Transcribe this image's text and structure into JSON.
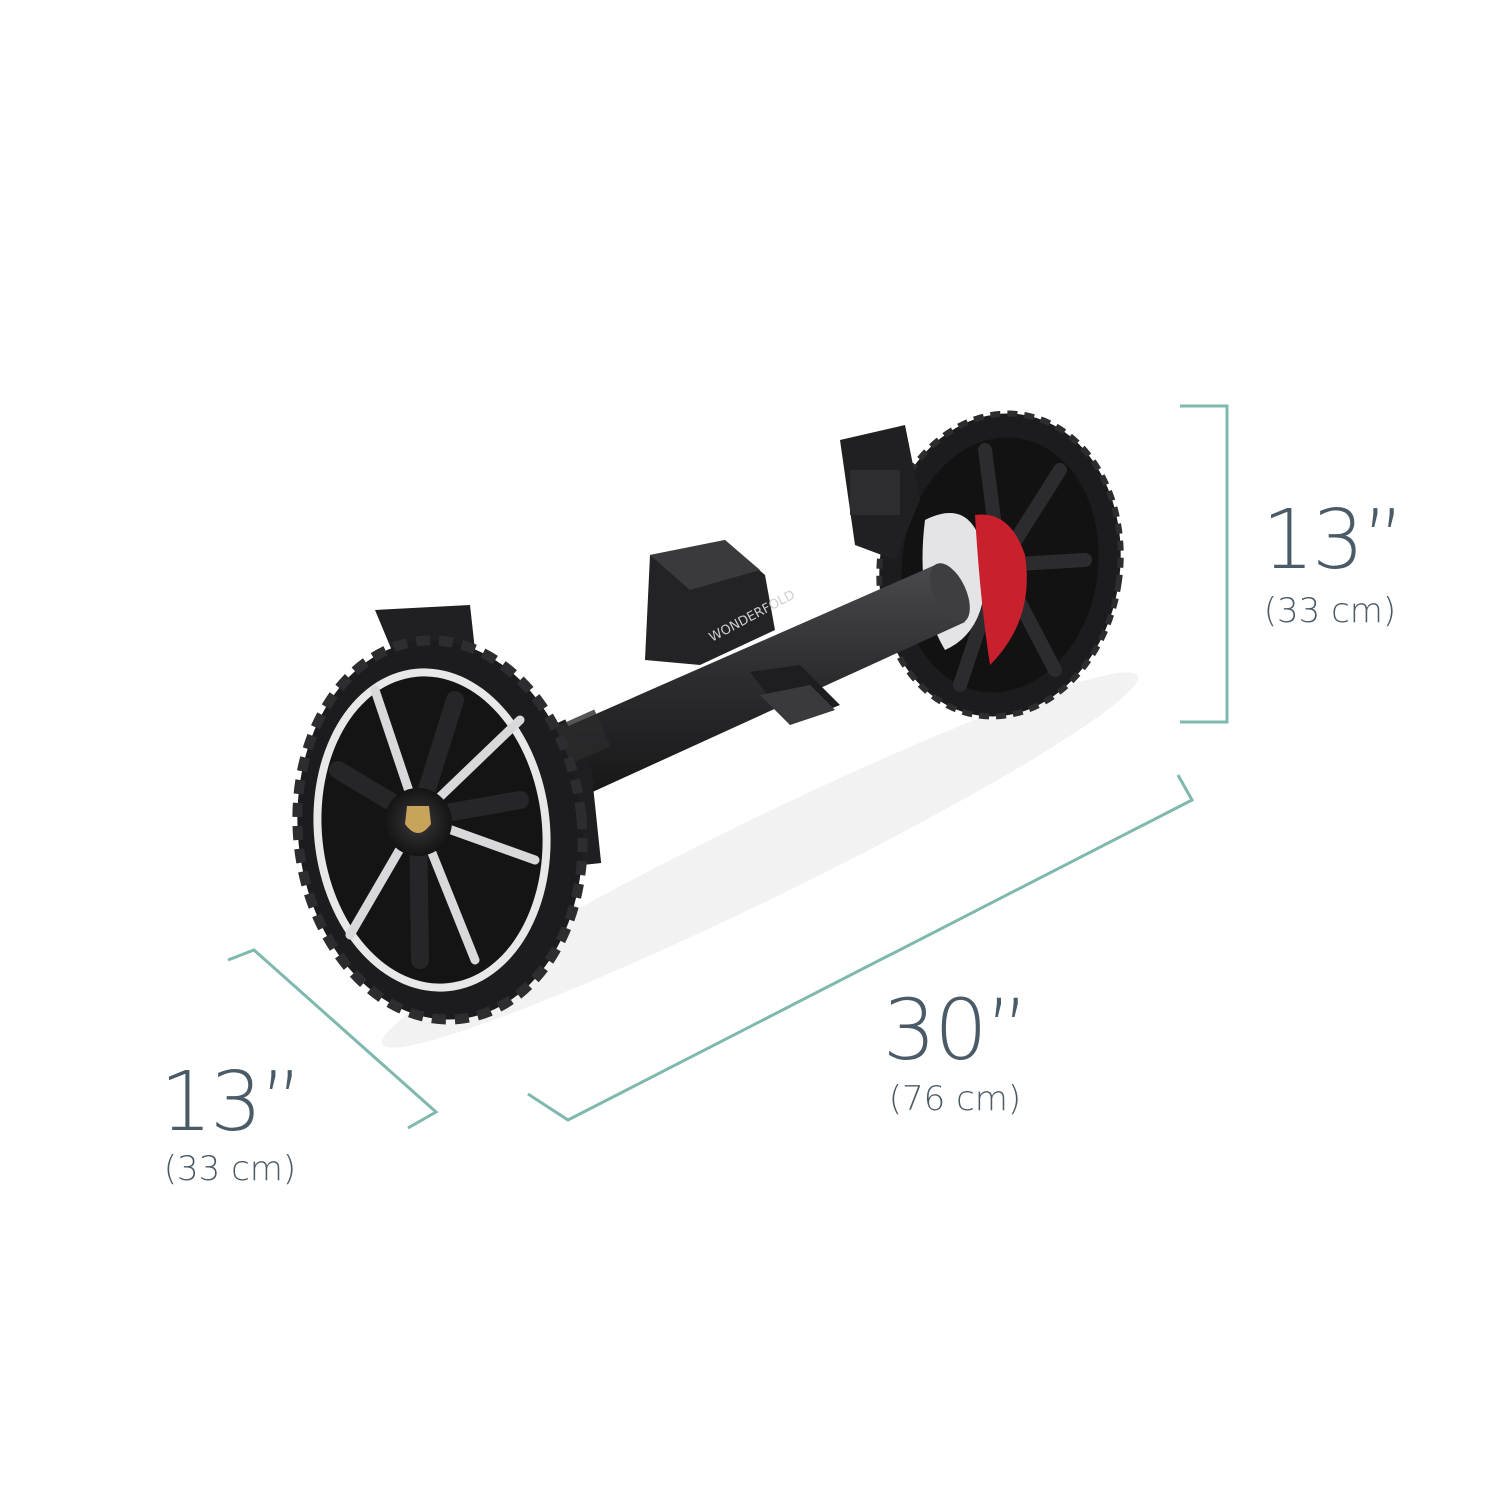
{
  "dimensions": {
    "height": {
      "main": "13”",
      "metric": "(33 cm)"
    },
    "length": {
      "main": "30”",
      "metric": "(76 cm)"
    },
    "depth": {
      "main": "13”",
      "metric": "(33 cm)"
    }
  },
  "product": {
    "brand_text": "WONDERFOLD"
  },
  "colors": {
    "dimension_line": "#7fb8ad",
    "dimension_text": "#4a5a66",
    "frame": "#2b2b2d",
    "tire": "#1c1c1e",
    "rim_accent": "#e8e8e8",
    "brake_red": "#c8202d"
  }
}
